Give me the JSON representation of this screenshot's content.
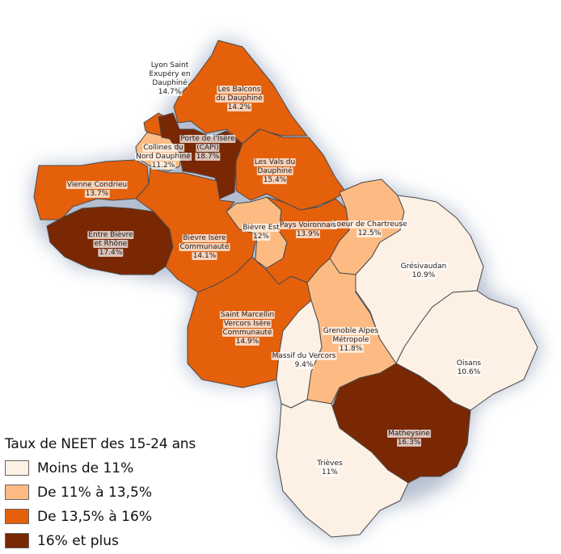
{
  "colors": {
    "c1": "#fdf1e6",
    "c2": "#fdbb83",
    "c3": "#e5600b",
    "c4": "#7a2704",
    "border": "#4a4a4a",
    "halo": "#a7b3c8"
  },
  "legend": {
    "title": "Taux de NEET des 15-24 ans",
    "items": [
      {
        "label": "Moins de 11%",
        "color": "#fdf1e6"
      },
      {
        "label": "De 11% à 13,5%",
        "color": "#fdbb83"
      },
      {
        "label": "De 13,5% à 16%",
        "color": "#e5600b"
      },
      {
        "label": "16% et plus",
        "color": "#7a2704"
      }
    ]
  },
  "regions": [
    {
      "name": "Lyon Saint Exupéry en Dauphiné",
      "lines": [
        "Lyon Saint",
        "Exupéry en",
        "Dauphiné"
      ],
      "value": "14.7%"
    },
    {
      "name": "Les Balcons du Dauphiné",
      "lines": [
        "Les Balcons",
        "du Dauphiné"
      ],
      "value": "14.2%"
    },
    {
      "name": "Collines du Nord Dauphiné",
      "lines": [
        "Collines du",
        "Nord Dauphiné"
      ],
      "value": "11.2%"
    },
    {
      "name": "Porte de l'Isère (CAPI)",
      "lines": [
        "Porte de l'Isère",
        "(CAPI)"
      ],
      "value": "18.7%"
    },
    {
      "name": "Les Vals du Dauphiné",
      "lines": [
        "Les Vals du",
        "Dauphiné"
      ],
      "value": "15.4%"
    },
    {
      "name": "Vienne Condrieu",
      "lines": [
        "Vienne Condrieu"
      ],
      "value": "13.7%"
    },
    {
      "name": "Coeur de Chartreuse",
      "lines": [
        "Coeur de Chartreuse"
      ],
      "value": "12.5%"
    },
    {
      "name": "Bièvre Est",
      "lines": [
        "Bièvre Est"
      ],
      "value": "12%"
    },
    {
      "name": "Pays Voironnais",
      "lines": [
        "Pays Voironnais"
      ],
      "value": "13.9%"
    },
    {
      "name": "Entre Bièvre et Rhône",
      "lines": [
        "Entre Bièvre",
        "et Rhône"
      ],
      "value": "17.4%"
    },
    {
      "name": "Bièvre Isère Communauté",
      "lines": [
        "Bièvre Isère",
        "Communauté"
      ],
      "value": "14.1%"
    },
    {
      "name": "Grésivaudan",
      "lines": [
        "Grésivaudan"
      ],
      "value": "10.9%"
    },
    {
      "name": "Saint Marcellin Vercors Isère Communauté",
      "lines": [
        "Saint Marcellin",
        "Vercors Isère",
        "Communauté"
      ],
      "value": "14.9%"
    },
    {
      "name": "Grenoble Alpes Métropole",
      "lines": [
        "Grenoble Alpes",
        "Métropole"
      ],
      "value": "11.8%"
    },
    {
      "name": "Massif du Vercors",
      "lines": [
        "Massif du Vercors"
      ],
      "value": "9.4%"
    },
    {
      "name": "Oisans",
      "lines": [
        "Oisans"
      ],
      "value": "10.6%"
    },
    {
      "name": "Matheysine",
      "lines": [
        "Matheysine"
      ],
      "value": "16.3%"
    },
    {
      "name": "Trièves",
      "lines": [
        "Trièves"
      ],
      "value": "11%"
    }
  ]
}
